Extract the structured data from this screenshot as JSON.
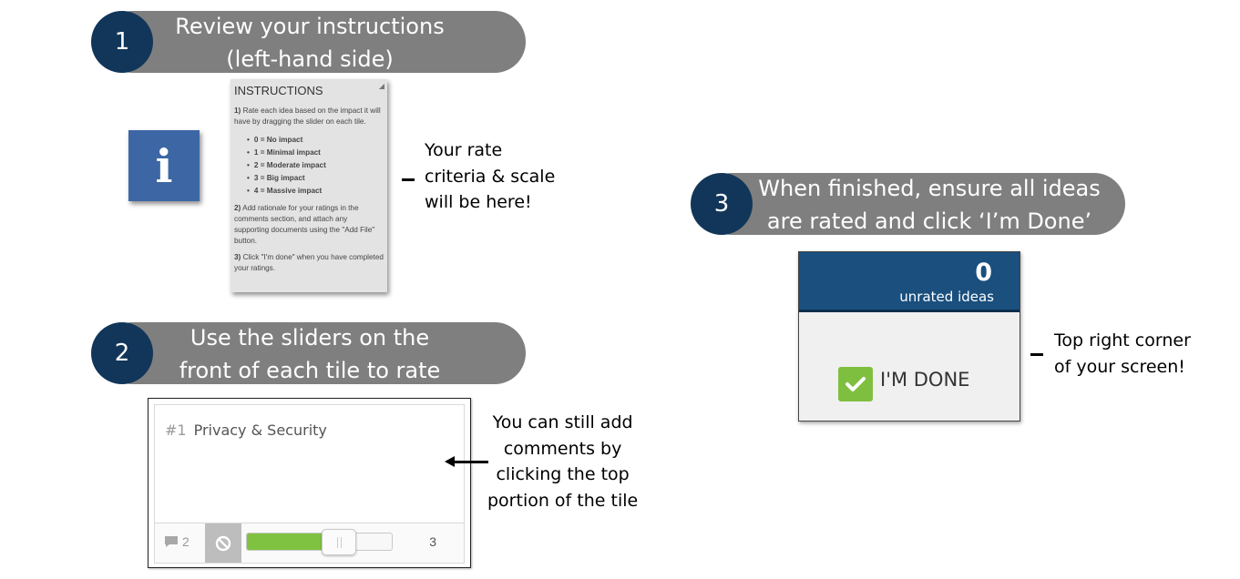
{
  "step1": {
    "number": "1",
    "title": "Review your instructions\n(left-hand side)"
  },
  "info_icon": {
    "glyph": "i",
    "icon": "info-icon",
    "color": "#3c67a4"
  },
  "instructions": {
    "title": "INSTRUCTIONS",
    "item1_num": "1)",
    "item1_text": "Rate each idea based on the impact it will have by dragging the slider on each tile.",
    "scale": [
      "0 = No impact",
      "1 = Minimal impact",
      "2 = Moderate impact",
      "3 = Big impact",
      "4 = Massive impact"
    ],
    "item2_num": "2)",
    "item2_text": "Add rationale for your ratings in the comments section, and attach any supporting documents using the \"Add File\" button.",
    "item3_num": "3)",
    "item3_text": "Click \"I'm done\" when you have completed your ratings."
  },
  "note_instructions": "Your rate\ncriteria & scale\nwill be here!",
  "step2": {
    "number": "2",
    "title": "Use the sliders on the\nfront of each tile to rate"
  },
  "tile": {
    "number": "#1",
    "title": "Privacy & Security",
    "comment_count": "2",
    "slider_value": "3",
    "slider_level": 0.6,
    "slider_color": "#7fc241"
  },
  "note_tile": "You can still add\ncomments by\nclicking the top\nportion of the tile",
  "step3": {
    "number": "3",
    "title": "When finished, ensure all ideas\nare rated and click ‘I’m Done’"
  },
  "done_panel": {
    "count": "0",
    "count_label": "unrated ideas",
    "button_label": "I'M DONE",
    "header_color": "#1a4f7e",
    "check_color": "#7fbf3f"
  },
  "note_done": "Top right corner\nof your screen!",
  "colors": {
    "pill": "#7f7f7f",
    "step_circle": "#12365a"
  }
}
